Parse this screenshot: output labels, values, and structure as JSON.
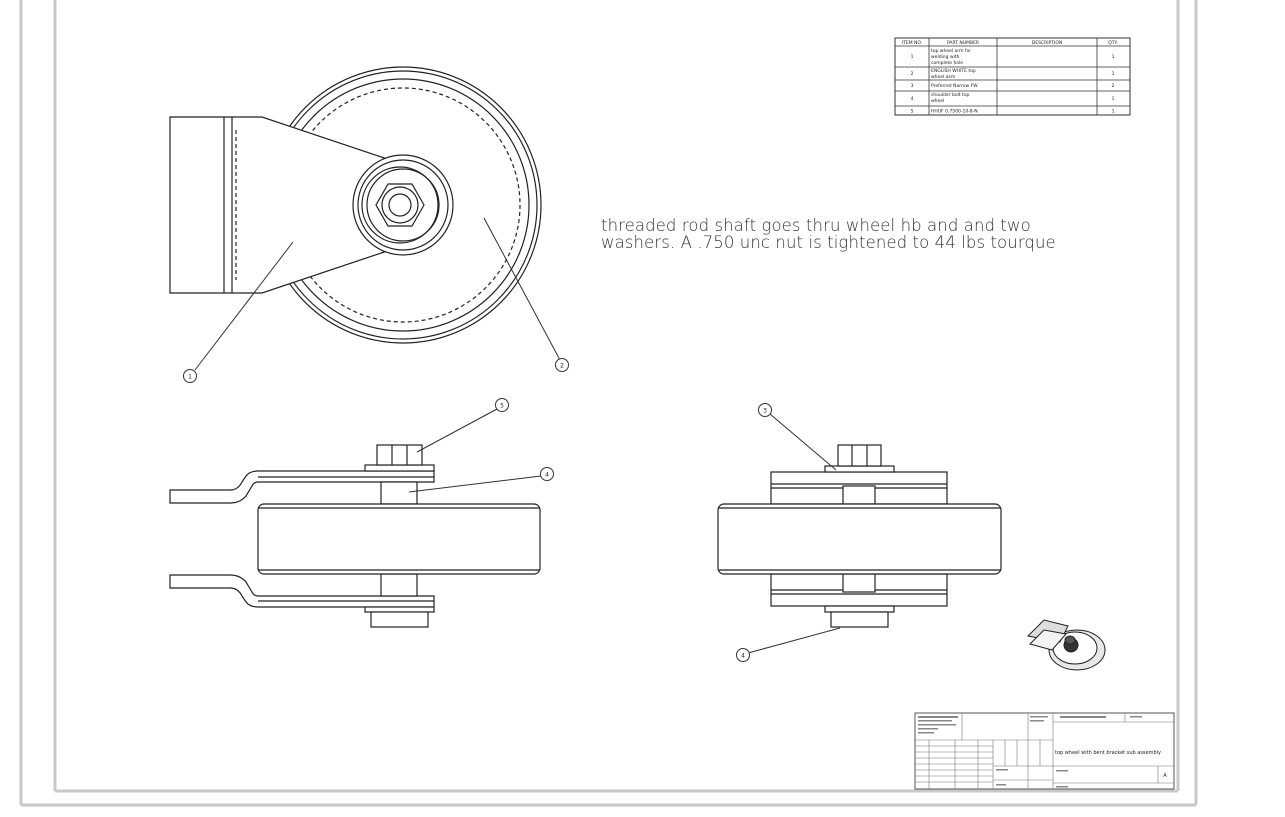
{
  "note": {
    "line1": "threaded rod shaft goes thru wheel hb and and two",
    "line2": "washers. A .750 unc nut is tightened to 44 lbs tourque"
  },
  "bom": {
    "headers": [
      "ITEM NO.",
      "PART NUMBER",
      "DESCRIPTION",
      "QTY."
    ],
    "rows": [
      {
        "item": "1",
        "part": [
          "top wheel arm for",
          "welding with",
          "complete hole"
        ],
        "desc": "",
        "qty": "1"
      },
      {
        "item": "2",
        "part": [
          "ENGLISH WHITE top",
          "wheel asm"
        ],
        "desc": "",
        "qty": "1"
      },
      {
        "item": "3",
        "part": [
          "Preferred Narrow FW"
        ],
        "desc": "",
        "qty": "2"
      },
      {
        "item": "4",
        "part": [
          "shoulder bolt top",
          "wheel"
        ],
        "desc": "",
        "qty": "1"
      },
      {
        "item": "5",
        "part": [
          "HHUF 0.7500-10-8-N"
        ],
        "desc": "",
        "qty": "1"
      }
    ]
  },
  "balloons": [
    "1",
    "2",
    "3",
    "4",
    "5"
  ],
  "title_block": {
    "title": "top wheel with bent bracket sub assembly",
    "size": "A",
    "sheet_rev": "1"
  }
}
